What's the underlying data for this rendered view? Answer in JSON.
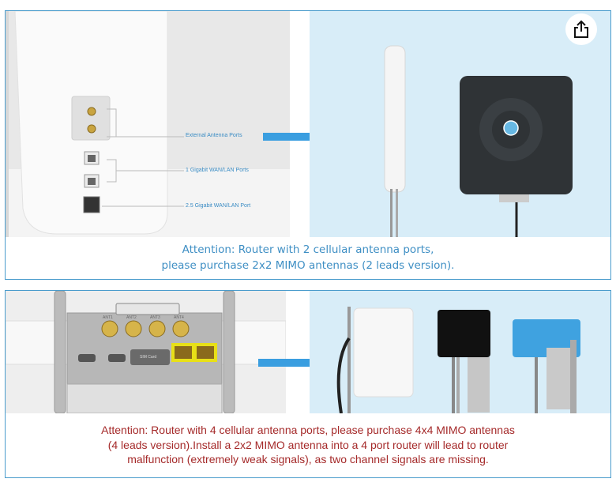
{
  "share_button": {
    "icon": "share-icon"
  },
  "panel_top": {
    "port_labels": [
      "External Antenna Ports",
      "1 Gigabit WAN/LAN Ports",
      "2.5 Gigabit WAN/LAN Port"
    ],
    "caption_line1": "Attention:  Router with 2 cellular antenna ports,",
    "caption_line2": "please purchase 2x2 MIMO antennas (2 leads version).",
    "caption_color": "#3f8fc4"
  },
  "panel_bottom": {
    "port_labels": [
      "ANT1",
      "ANT2",
      "ANT3",
      "ANT4"
    ],
    "sim_label": "SIM Card",
    "caption_line1": "Attention:  Router with 4 cellular antenna ports, please purchase 4x4 MIMO antennas",
    "caption_line2": "(4 leads version).Install a 2x2 MIMO antenna into a 4 port router will lead to router",
    "caption_line3": "malfunction (extremely weak signals), as two channel signals are missing.",
    "caption_color": "#a52a2a"
  },
  "colors": {
    "border": "#4a9ccc",
    "arrow": "#3a9ee0",
    "right_bg": "#d8edf8"
  }
}
